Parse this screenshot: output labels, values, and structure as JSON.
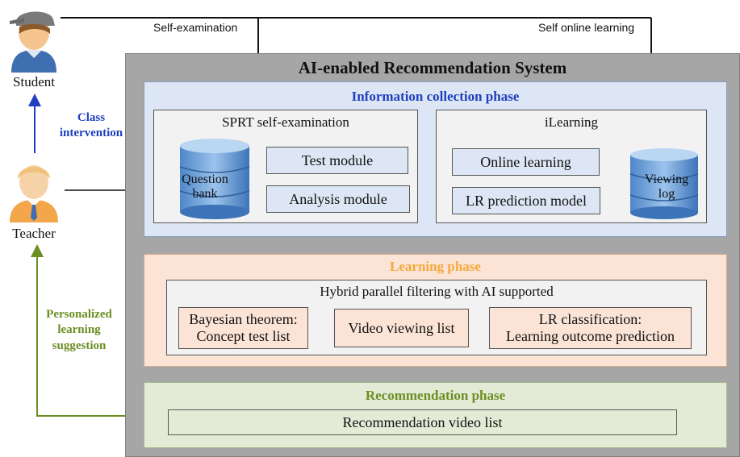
{
  "actors": {
    "student": "Student",
    "teacher": "Teacher"
  },
  "arrows": {
    "self_examination": "Self-examination",
    "self_online_learning": "Self online learning",
    "class_intervention": "Class\nintervention",
    "personalized_suggestion": "Personalized\nlearning\nsuggestion"
  },
  "system": {
    "title": "AI-enabled Recommendation System"
  },
  "info_phase": {
    "title": "Information collection phase",
    "sprt": {
      "title": "SPRT self-examination",
      "question_bank": "Question\nbank",
      "test_module": "Test module",
      "analysis_module": "Analysis module"
    },
    "ilearning": {
      "title": "iLearning",
      "online_learning": "Online learning",
      "lr_model": "LR prediction model",
      "viewing_log": "Viewing\nlog"
    }
  },
  "learning_phase": {
    "title": "Learning phase",
    "hybrid_title": "Hybrid parallel filtering with AI supported",
    "bayesian": "Bayesian theorem:\nConcept test list",
    "video_viewing": "Video viewing list",
    "lr_classification": "LR classification:\nLearning outcome prediction"
  },
  "recommendation_phase": {
    "title": "Recommendation phase",
    "video_list": "Recommendation video list"
  },
  "colors": {
    "info_title": "#1f3fbf",
    "learning_title": "#f4a93b",
    "rec_title": "#6b8e23",
    "class_intervention": "#2040c0",
    "personalized": "#6b8e23"
  }
}
